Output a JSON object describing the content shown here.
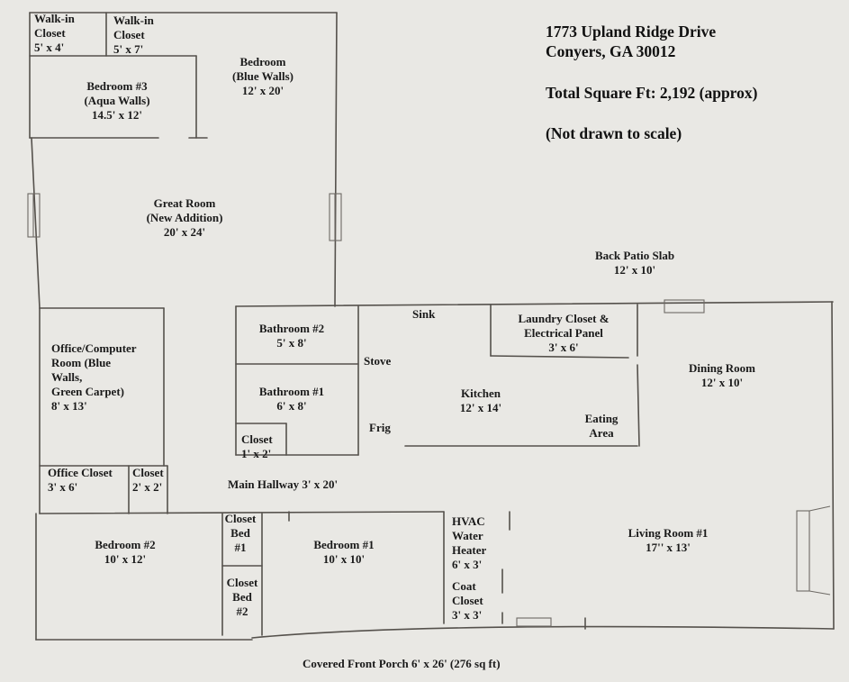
{
  "header": {
    "address_line1": "1773 Upland Ridge Drive",
    "address_line2": "Conyers, GA 30012",
    "total_sqft": "Total Square Ft: 2,192 (approx)",
    "scale_note": "(Not drawn to scale)"
  },
  "rooms": {
    "walkin_closet_1": "Walk-in\nCloset\n5' x 4'",
    "walkin_closet_2": "Walk-in\nCloset\n5' x 7'",
    "bedroom_3": "Bedroom #3\n(Aqua Walls)\n14.5' x 12'",
    "bedroom_blue": "Bedroom\n(Blue Walls)\n12' x 20'",
    "great_room": "Great Room\n(New Addition)\n20' x 24'",
    "back_patio": "Back Patio Slab\n12' x 10'",
    "office": "Office/Computer\nRoom (Blue\nWalls,\nGreen Carpet)\n8' x 13'",
    "bathroom_2": "Bathroom #2\n5' x 8'",
    "bathroom_1": "Bathroom #1\n6' x 8'",
    "bath_closet": "Closet\n1' x 2'",
    "sink": "Sink",
    "stove": "Stove",
    "frig": "Frig",
    "laundry": "Laundry Closet &\nElectrical Panel\n3' x 6'",
    "kitchen": "Kitchen\n12' x 14'",
    "eating_area": "Eating\nArea",
    "dining_room": "Dining Room\n12' x 10'",
    "office_closet": "Office Closet\n3' x 6'",
    "small_closet": "Closet\n2' x 2'",
    "main_hallway": "Main Hallway 3' x 20'",
    "bedroom_2": "Bedroom #2\n10' x 12'",
    "closet_bed_1": "Closet\nBed\n#1",
    "closet_bed_2": "Closet\nBed\n#2",
    "bedroom_1": "Bedroom #1\n10' x 10'",
    "hvac": "HVAC\nWater\nHeater\n6' x 3'",
    "coat_closet": "Coat\nCloset\n3' x 3'",
    "living_room_1": "Living Room #1\n17'' x 13'",
    "front_porch": "Covered Front Porch 6' x 26' (276 sq ft)"
  }
}
